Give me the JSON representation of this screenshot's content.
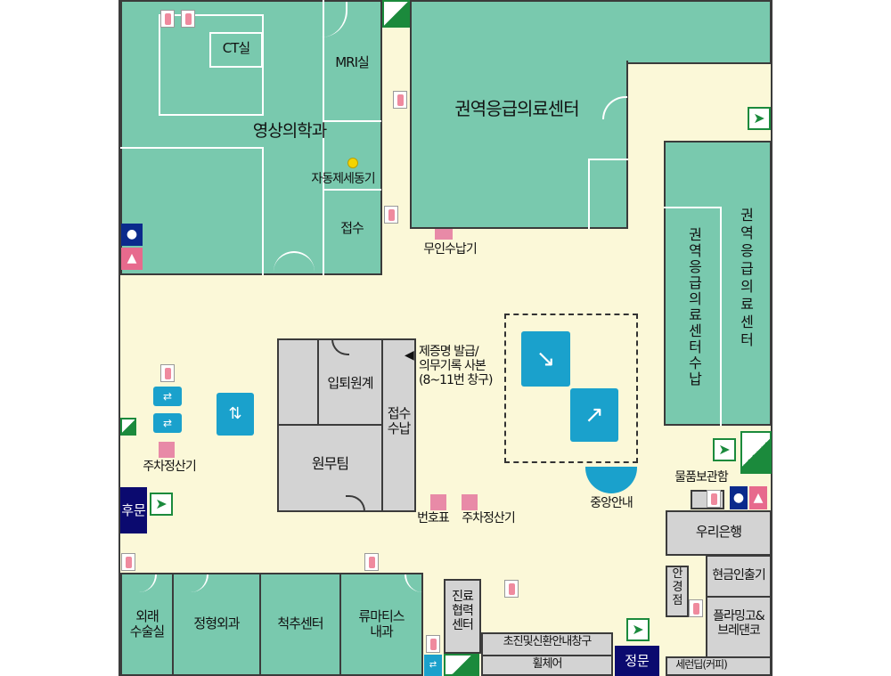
{
  "rooms": {
    "ct": "CT실",
    "mri": "MRI실",
    "radiology": "영상의학과",
    "auto_payment": "자동제세동기",
    "reception_top": "접수",
    "regional_er": "권역응급의료센터",
    "unmanned_payment": "무인수납기",
    "er_payment_vertical": "권역응급의료센터수납",
    "er_vertical": "권역응급의료센터",
    "certificate_note": "제증명 발급/\n의무기록 사본\n(8~11번 창구)",
    "admission": "입퇴원계",
    "reception_payment": "접수\n수납",
    "admin_team": "원무팀",
    "parking_left": "주차정산기",
    "back_gate": "후문",
    "number_ticket": "번호표",
    "parking_center": "주차정산기",
    "central_info": "중앙안내",
    "locker": "물품보관함",
    "woori_bank": "우리은행",
    "glasses": "안\n경\n점",
    "atm": "현금인출기",
    "bakery": "플라밍고&\n브레댄코",
    "cafe": "세런딥(커피)",
    "surgery": "외래\n수술실",
    "orthopedics": "정형외과",
    "spine": "척추센터",
    "rheumatology": "류마티스\n내과",
    "care_center": "진료\n협력\n센터",
    "first_visit": "초진및신환안내창구",
    "wheelchair": "휠체어",
    "main_gate": "정문"
  },
  "icons": {
    "extinguisher": "fire-extinguisher-icon",
    "exit": "emergency-exit-icon",
    "stairs": "stairs-icon",
    "elevator": "elevator-icon",
    "escalator": "escalator-icon",
    "restroom_male": "restroom-male-icon",
    "restroom_female": "restroom-female-icon"
  },
  "colors": {
    "corridor": "#fbf8d8",
    "room_green": "#79c9ae",
    "room_gray": "#d3d3d3",
    "accent_blue": "#1aa1cc",
    "gate_navy": "#0b0a6f",
    "pink_marker": "#e88aa7"
  }
}
